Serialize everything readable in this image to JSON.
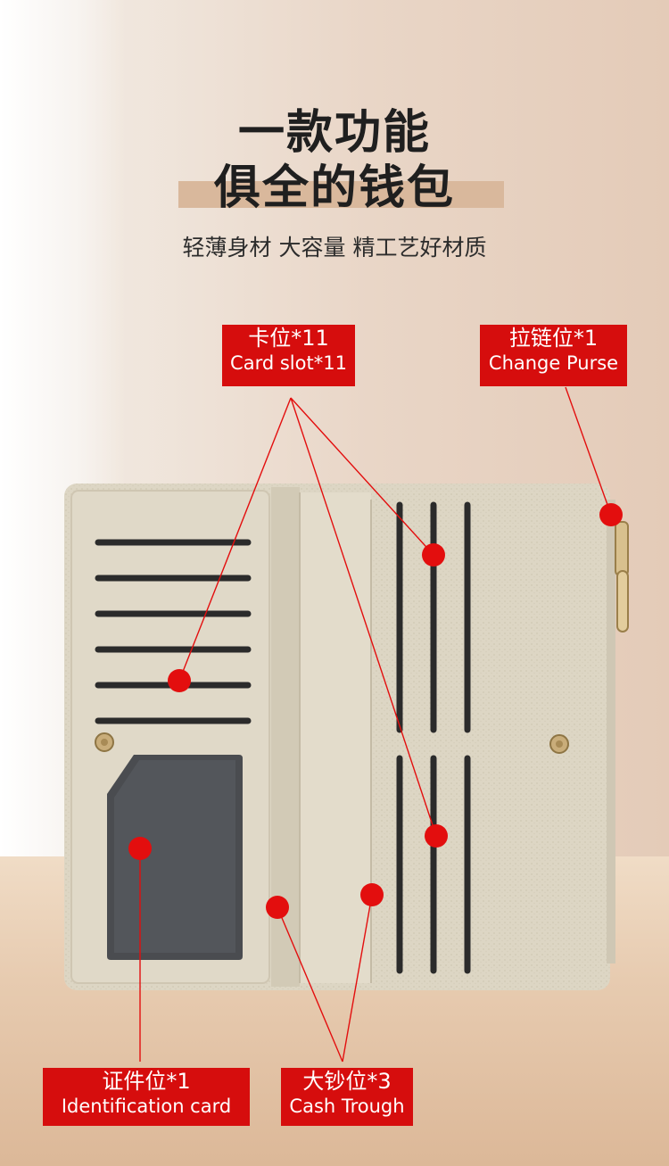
{
  "heading": {
    "line1": "一款功能",
    "line2": "俱全的钱包",
    "subtitle": "轻薄身材 大容量 精工艺好材质"
  },
  "callouts": {
    "card_slot": {
      "cn": "卡位*11",
      "en": "Card slot*11"
    },
    "change_purse": {
      "cn": "拉链位*1",
      "en": "Change Purse"
    },
    "identification": {
      "cn": "证件位*1",
      "en": "Identification card"
    },
    "cash_trough": {
      "cn": "大钞位*3",
      "en": "Cash Trough"
    }
  },
  "colors": {
    "callout_red": "#d60d0d",
    "wallet_leather": "#ddd6c4",
    "title_bar": "#d9b89c"
  },
  "icons": [
    "callout-dot-icon",
    "snap-button-icon",
    "zipper-pull-icon"
  ]
}
